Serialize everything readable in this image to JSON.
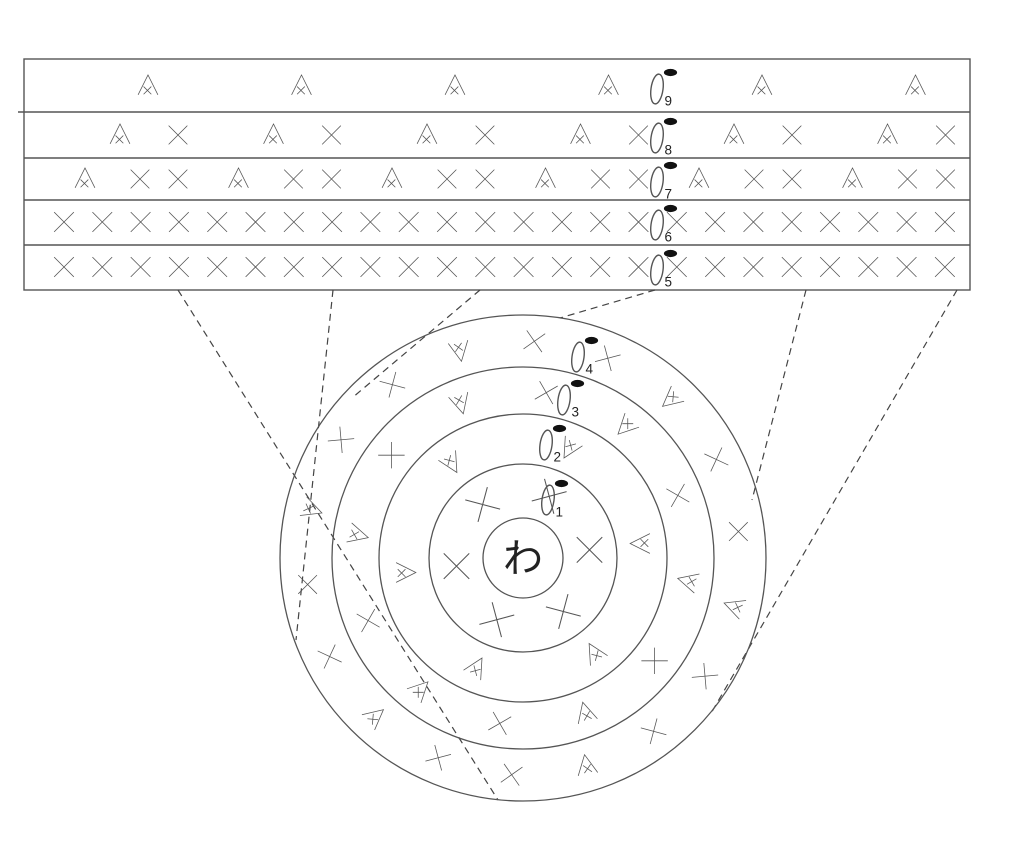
{
  "center_label": "わ",
  "chain_mark": "0",
  "rounds": [
    {
      "label": "1",
      "pattern": [
        "sc"
      ],
      "repeats": 6
    },
    {
      "label": "2",
      "pattern": [
        "inc"
      ],
      "repeats": 6
    },
    {
      "label": "3",
      "pattern": [
        "sc",
        "inc"
      ],
      "repeats": 6
    },
    {
      "label": "4",
      "pattern": [
        "sc",
        "sc",
        "inc"
      ],
      "repeats": 6
    }
  ],
  "rows": [
    {
      "label": "9",
      "pattern": [
        "dec"
      ],
      "repeats": 6
    },
    {
      "label": "8",
      "pattern": [
        "dec",
        "sc"
      ],
      "repeats": 6
    },
    {
      "label": "7",
      "pattern": [
        "dec",
        "sc",
        "sc"
      ],
      "repeats": 6
    },
    {
      "label": "6",
      "pattern": [
        "sc"
      ],
      "repeats": 24
    },
    {
      "label": "5",
      "pattern": [
        "sc"
      ],
      "repeats": 24
    }
  ]
}
